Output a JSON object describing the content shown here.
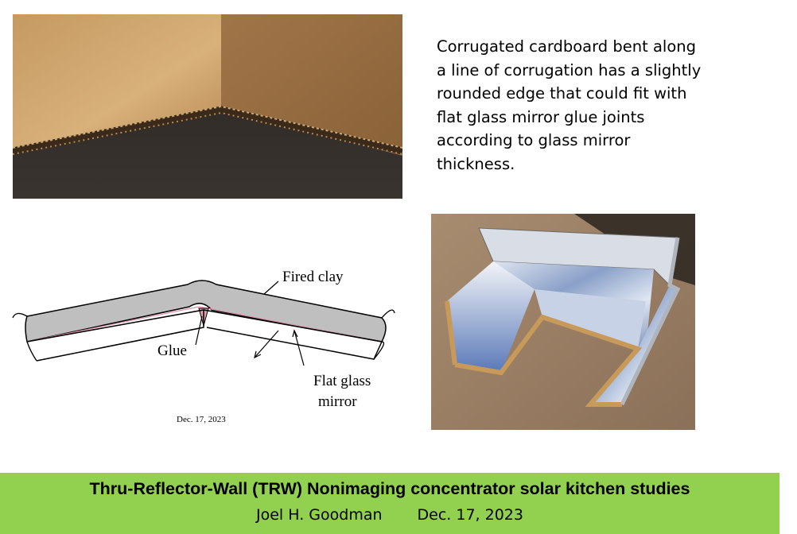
{
  "caption": {
    "lines": [
      "Corrugated cardboard bent along",
      "a line of corrugation has a slightly",
      "rounded edge that could fit with",
      "flat glass mirror glue joints",
      "according to glass mirror",
      "thickness."
    ]
  },
  "diagram": {
    "label_fired_clay": "Fired clay",
    "label_glue": "Glue",
    "label_flat_glass_line1": "Flat glass",
    "label_flat_glass_line2": "mirror",
    "date": "Dec. 17, 2023"
  },
  "footer": {
    "title": "Thru-Reflector-Wall (TRW) Nonimaging concentrator solar kitchen studies",
    "author": "Joel H. Goodman",
    "date": "Dec. 17, 2023"
  },
  "colors": {
    "footer_bg": "#92d050",
    "clay": "#bfbfbf",
    "glue": "#e0a0b0"
  }
}
